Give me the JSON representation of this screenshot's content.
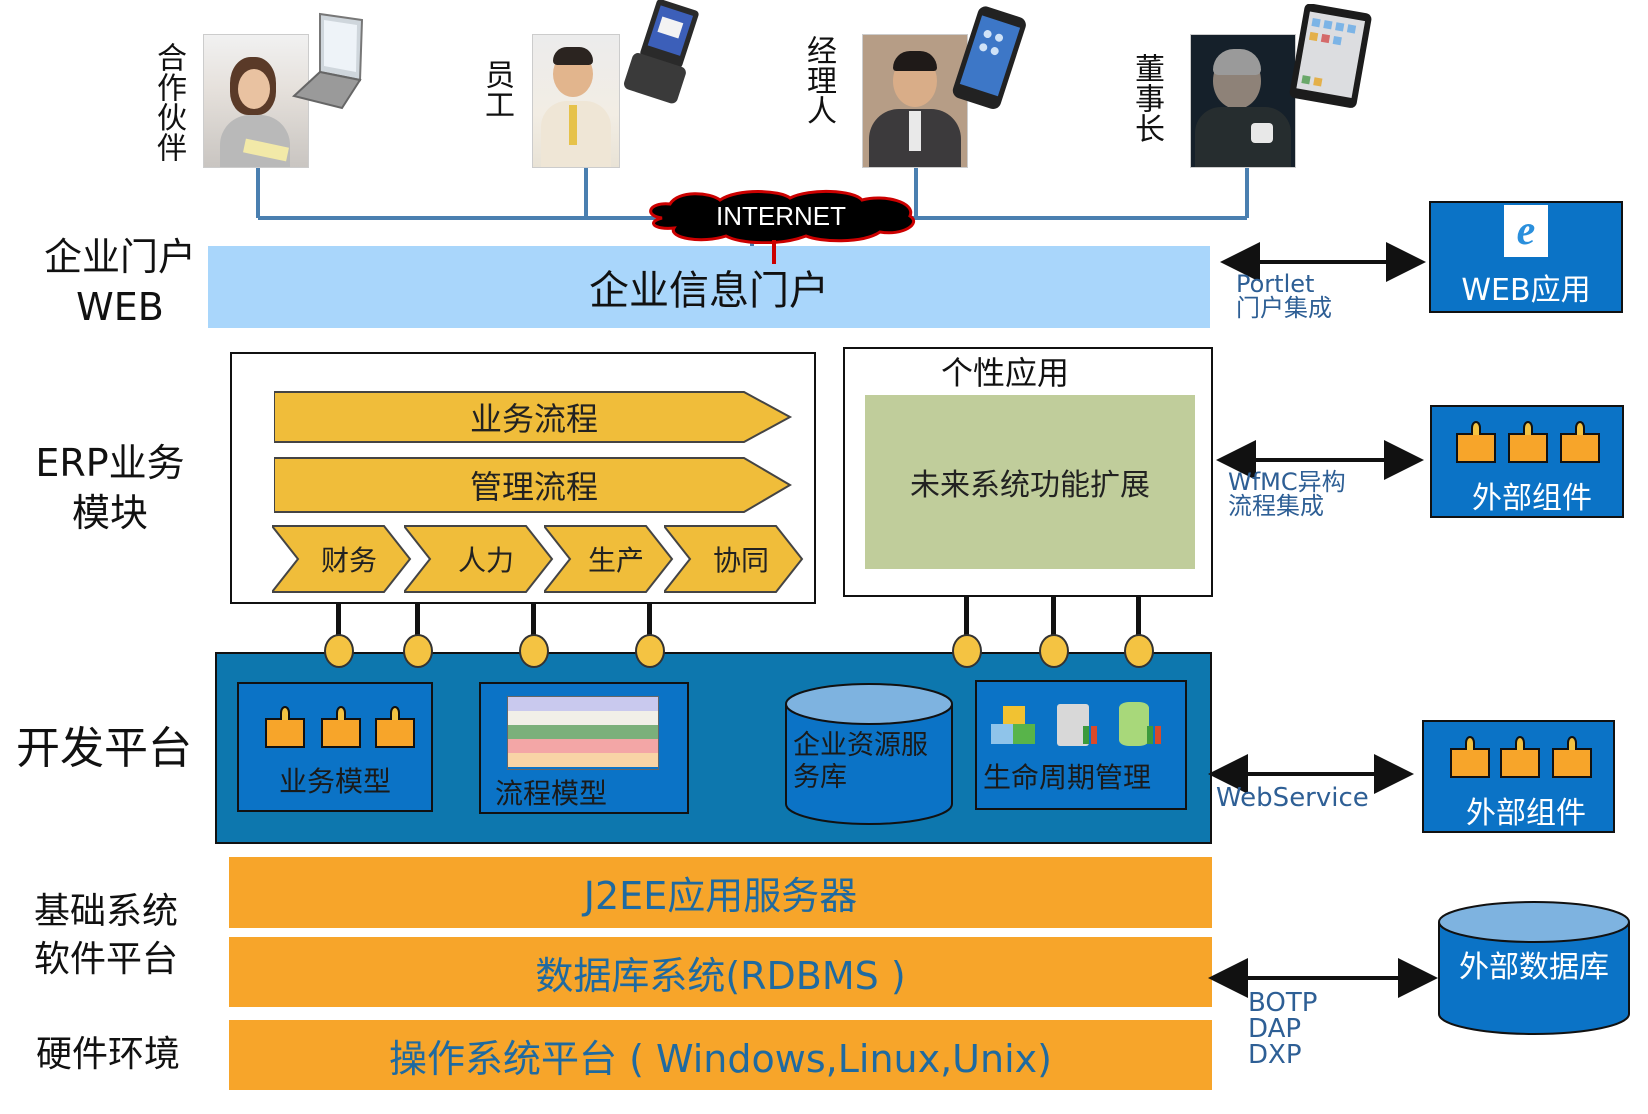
{
  "users": [
    {
      "label": "合作伙伴",
      "device": "laptop"
    },
    {
      "label": "员工",
      "device": "pda"
    },
    {
      "label": "经理人",
      "device": "smartphone"
    },
    {
      "label": "董事长",
      "device": "tablet"
    }
  ],
  "internet_label": "INTERNET",
  "layers": {
    "portal": {
      "label_line1": "企业门户",
      "label_line2": "WEB",
      "bar": "企业信息门户"
    },
    "erp": {
      "label_line1": "ERP业务",
      "label_line2": "模块",
      "flows": [
        "业务流程",
        "管理流程"
      ],
      "modules": [
        "财务",
        "人力",
        "生产",
        "协同"
      ],
      "personal_title": "个性应用",
      "future": "未来系统功能扩展"
    },
    "dev": {
      "label": "开发平台",
      "business_model": "业务模型",
      "process_model": "流程模型",
      "resource_repo_line1": "企业资源服",
      "resource_repo_line2": "务库",
      "lifecycle": "生命周期管理"
    },
    "base": {
      "label_line1": "基础系统",
      "label_line2": "软件平台",
      "j2ee": "J2EE应用服务器",
      "rdbms": "数据库系统(RDBMS )"
    },
    "hardware": {
      "label": "硬件环境",
      "os": "操作系统平台 ( Windows,Linux,Unix)"
    }
  },
  "integrations": [
    {
      "line1": "Portlet",
      "line2": "门户集成",
      "target": "WEB应用",
      "icon": "ie-browser-icon"
    },
    {
      "line1": "WfMC异构",
      "line2": "流程集成",
      "target": "外部组件",
      "icon": "component-icon"
    },
    {
      "line1": "WebService",
      "line2": "",
      "target": "外部组件",
      "icon": "component-icon"
    },
    {
      "line1": "BOTP",
      "line2": "DAP",
      "line3": "DXP",
      "target": "外部数据库",
      "icon": "database-icon"
    }
  ],
  "colors": {
    "portal_bar": "#a9d6fb",
    "orange": "#f7a52a",
    "chevron": "#f0bd3a",
    "dev_platform": "#0d77ae",
    "blue_box": "#0b73c6",
    "future_green": "#c0cd9b",
    "text_blue": "#1f6aa0"
  }
}
